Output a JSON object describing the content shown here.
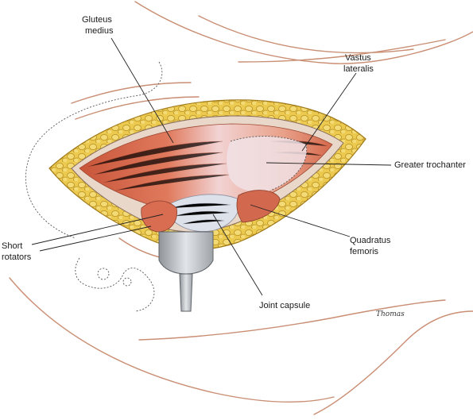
{
  "labels": {
    "gluteus_medius_1": "Gluteus",
    "gluteus_medius_2": "medius",
    "vastus_lateralis_1": "Vastus",
    "vastus_lateralis_2": "lateralis",
    "greater_trochanter": "Greater trochanter",
    "short_rotators_1": "Short",
    "short_rotators_2": "rotators",
    "quadratus_femoris_1": "Quadratus",
    "quadratus_femoris_2": "femoris",
    "joint_capsule": "Joint capsule"
  },
  "signature": "Thomas",
  "colors": {
    "muscle": "#d9694a",
    "muscle_light": "#f0b7a4",
    "fat": "#e8c54a",
    "fat_edge": "#b38a1f",
    "trochanter": "#f1e2e6",
    "retractor": "#b9bdc2",
    "skin_line": "#c98e73"
  }
}
